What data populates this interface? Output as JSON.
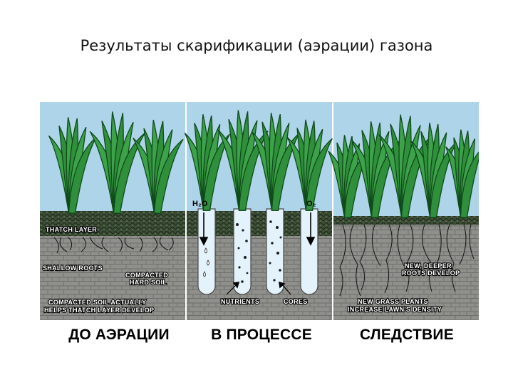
{
  "title": "Результаты скарификации (аэрации) газона",
  "panels": [
    {
      "caption": "ДО АЭРАЦИИ",
      "labels": {
        "thatch": "THATCH LAYER",
        "shallow": "SHALLOW ROOTS",
        "compacted_1": "COMPACTED",
        "compacted_2": "HARD SOIL",
        "bottom_1": "COMPACTED SOIL ACTUALLY",
        "bottom_2": "HELPS THATCH LAYER DEVELOP"
      }
    },
    {
      "caption": "В ПРОЦЕССЕ",
      "labels": {
        "h2o": "H₂O",
        "o2": "O₂",
        "nutrients": "NUTRIENTS",
        "cores": "CORES"
      }
    },
    {
      "caption": "СЛЕДСТВИЕ",
      "labels": {
        "deeper_1": "NEW, DEEPER",
        "deeper_2": "ROOTS DEVELOP",
        "grass_1": "NEW GRASS PLANTS",
        "grass_2": "INCREASE LAWN'S DENSITY"
      }
    }
  ],
  "colors": {
    "sky": "#aed4ea",
    "grass": "#2f8f3a",
    "grass_dark": "#0f4a1b",
    "thatch": "#3a4a35",
    "soil": "#8d8d8a",
    "core_hole": "#e4f2fb"
  }
}
